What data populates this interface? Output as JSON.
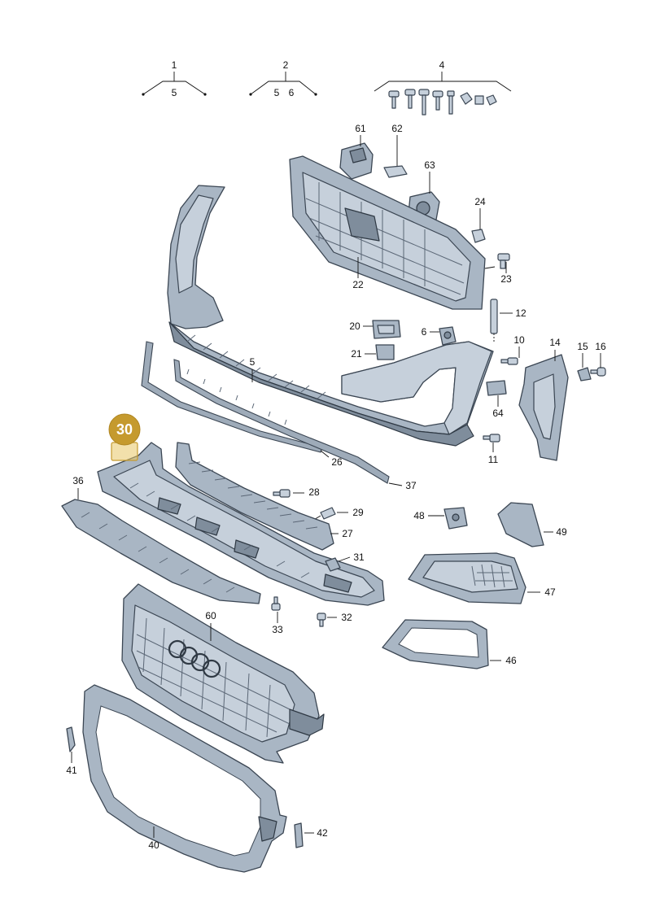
{
  "badge": {
    "number": "30"
  },
  "labels": {
    "p1": "1",
    "p1_sub": "5",
    "p2": "2",
    "p2_sub1": "5",
    "p2_sub2": "6",
    "p4": "4",
    "p5": "5",
    "p6": "6",
    "p10": "10",
    "p11": "11",
    "p12": "12",
    "p14": "14",
    "p15": "15",
    "p16": "16",
    "p20": "20",
    "p21": "21",
    "p22": "22",
    "p23": "23",
    "p24": "24",
    "p26": "26",
    "p27": "27",
    "p28": "28",
    "p29": "29",
    "p31": "31",
    "p32": "32",
    "p33": "33",
    "p36": "36",
    "p37": "37",
    "p40": "40",
    "p41": "41",
    "p42": "42",
    "p46": "46",
    "p47": "47",
    "p48": "48",
    "p49": "49",
    "p60": "60",
    "p61": "61",
    "p62": "62",
    "p63": "63",
    "p64": "64"
  }
}
